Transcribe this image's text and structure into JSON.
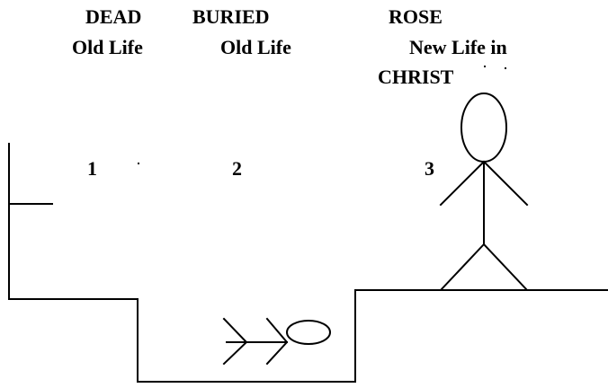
{
  "stages": [
    {
      "heading": "DEAD",
      "subheading": "Old Life",
      "number": "1"
    },
    {
      "heading": "BURIED",
      "subheading": "Old Life",
      "number": "2"
    },
    {
      "heading": "ROSE",
      "subheading": "New Life in",
      "subheading_line2": "CHRIST",
      "number": "3"
    }
  ],
  "colors": {
    "ink": "#000000",
    "background": "#ffffff"
  }
}
